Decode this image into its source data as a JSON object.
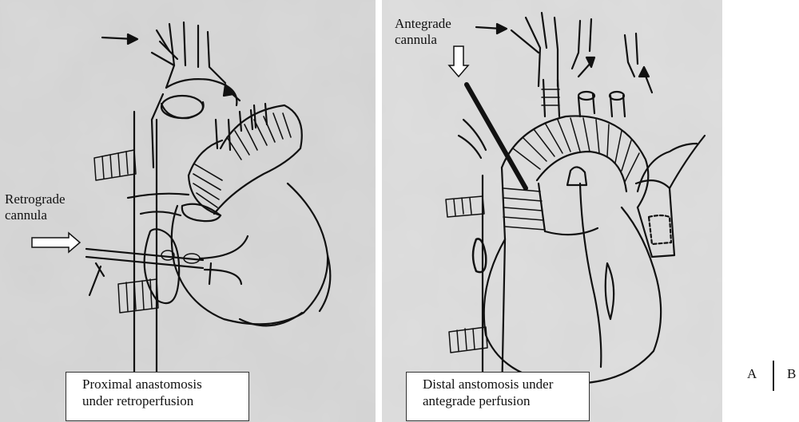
{
  "panels": {
    "a": {
      "annotation_lines": [
        "Retrograde",
        "cannula"
      ],
      "caption_lines": [
        "Proximal anastomosis",
        "under retroperfusion"
      ]
    },
    "b": {
      "annotation_lines": [
        "Antegrade",
        "cannula"
      ],
      "caption_lines": [
        "Distal anstomosis under",
        "antegrade perfusion"
      ]
    }
  },
  "panel_key": {
    "left": "A",
    "right": "B"
  }
}
